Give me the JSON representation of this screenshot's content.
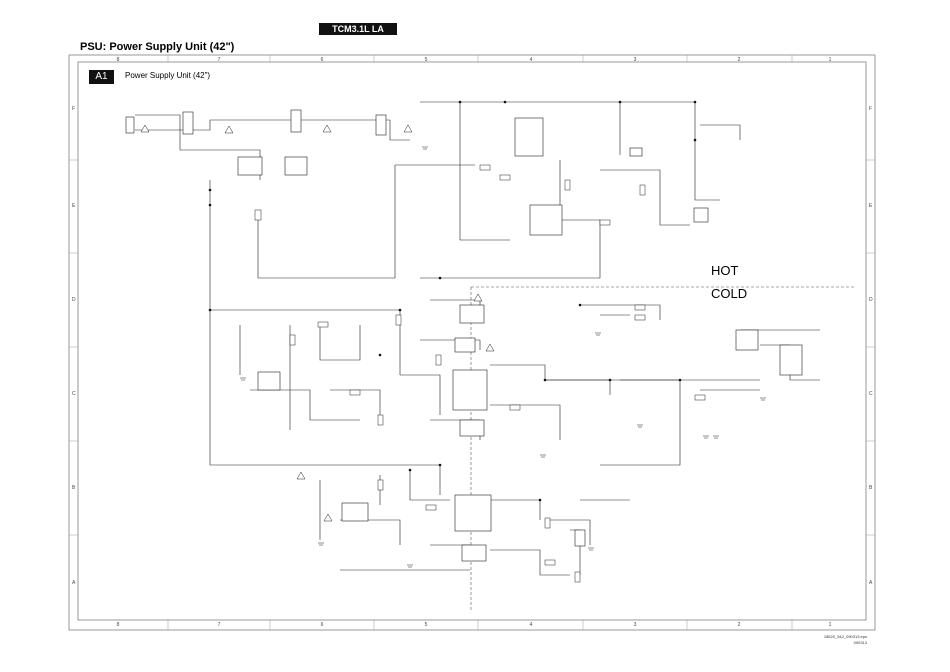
{
  "header": {
    "model_badge": "TCM3.1L LA",
    "page_heading": "PSU: Power Supply Unit (42\")"
  },
  "sheet": {
    "id": "A1",
    "title": "Power Supply Unit (42\")"
  },
  "zones": {
    "hot": "HOT",
    "cold": "COLD"
  },
  "grid": {
    "columns": [
      "8",
      "7",
      "6",
      "5",
      "4",
      "3",
      "2",
      "1"
    ],
    "rows": [
      "F",
      "E",
      "D",
      "C",
      "B",
      "A"
    ]
  },
  "footer": {
    "file_ref": "18520_542_090313.eps",
    "date_ref": "090313"
  }
}
